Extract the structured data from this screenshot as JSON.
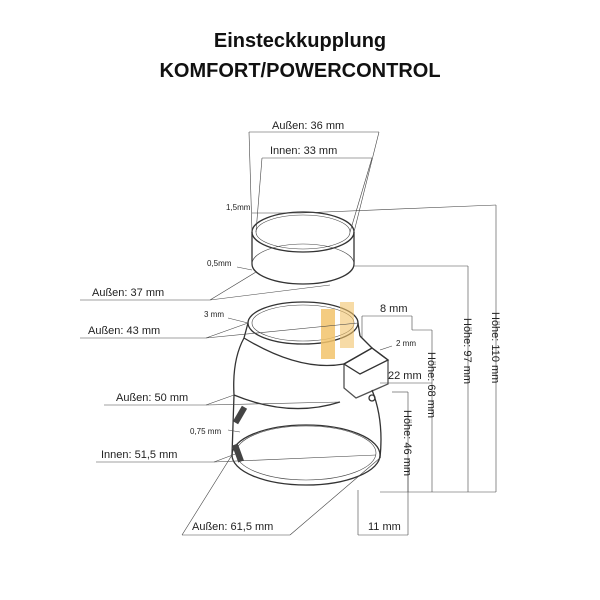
{
  "title": {
    "line1": "Einsteckkupplung",
    "line2": "KOMFORT/POWERCONTROL"
  },
  "dimensions": {
    "outer_36": "Außen: 36 mm",
    "inner_33": "Innen: 33 mm",
    "wall_1_5": "1,5mm",
    "wall_0_5": "0,5mm",
    "outer_37": "Außen: 37 mm",
    "wall_3": "3 mm",
    "outer_43": "Außen: 43 mm",
    "outer_50": "Außen: 50 mm",
    "wall_0_75": "0,75 mm",
    "inner_51_5": "Innen: 51,5 mm",
    "outer_61_5": "Außen: 61,5 mm",
    "d_8": "8 mm",
    "d_2": "2 mm",
    "d_22": "22 mm",
    "d_11": "11 mm",
    "h_110": "Höhe: 110 mm",
    "h_97": "Höhe: 97 mm",
    "h_68": "Höhe: 68 mm",
    "h_46": "Höhe: 46 mm"
  },
  "colors": {
    "highlight": "#f2c36b",
    "line": "#333333",
    "tab": "#555555"
  }
}
